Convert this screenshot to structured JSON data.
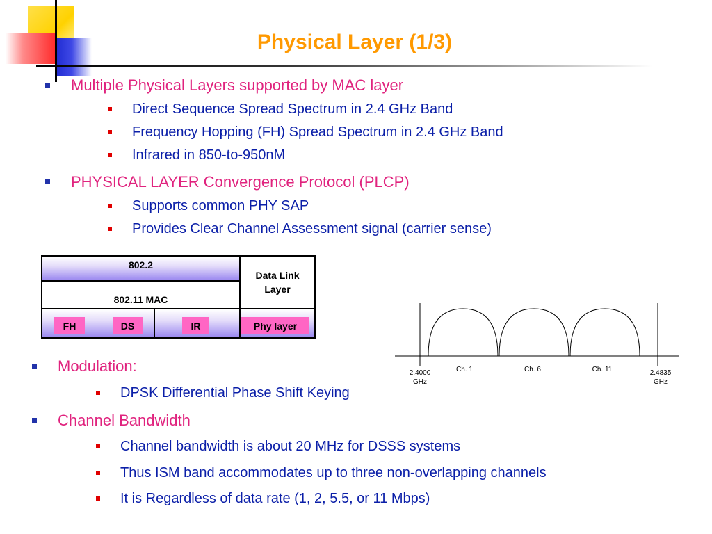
{
  "slide": {
    "title": "Physical Layer (1/3)",
    "colors": {
      "title": "#ff9900",
      "bullet_level1": "#e0237e",
      "bullet_level2": "#0b1fa8"
    }
  },
  "bullets_top": [
    {
      "text": "Multiple Physical Layers supported by MAC layer",
      "subs": [
        "Direct Sequence Spread Spectrum in 2.4 GHz Band",
        "Frequency Hopping (FH) Spread Spectrum in 2.4 GHz Band",
        "Infrared in 850-to-950nM"
      ]
    },
    {
      "text": "PHYSICAL LAYER Convergence Protocol (PLCP)",
      "subs": [
        "Supports common PHY SAP",
        "Provides Clear Channel Assessment signal (carrier sense)"
      ]
    }
  ],
  "layer_diagram": {
    "llc": "802.2",
    "mac": "802.11 MAC",
    "data_link": "Data Link Layer",
    "phys": [
      "FH",
      "DS",
      "IR"
    ],
    "phy_layer": "Phy layer"
  },
  "channel_plot": {
    "left_freq": "2.4000",
    "left_unit": "GHz",
    "right_freq": "2.4835",
    "right_unit": "GHz",
    "channels": [
      "Ch. 1",
      "Ch. 6",
      "Ch. 11"
    ]
  },
  "bullets_bottom": [
    {
      "text": "Modulation:",
      "subs": [
        "DPSK Differential Phase Shift Keying"
      ]
    },
    {
      "text": "Channel Bandwidth",
      "subs": [
        "Channel bandwidth is about 20 MHz for DSSS systems",
        "Thus ISM band accommodates up to three non-overlapping channels",
        "It is Regardless of data rate (1, 2, 5.5, or 11 Mbps)"
      ]
    }
  ]
}
